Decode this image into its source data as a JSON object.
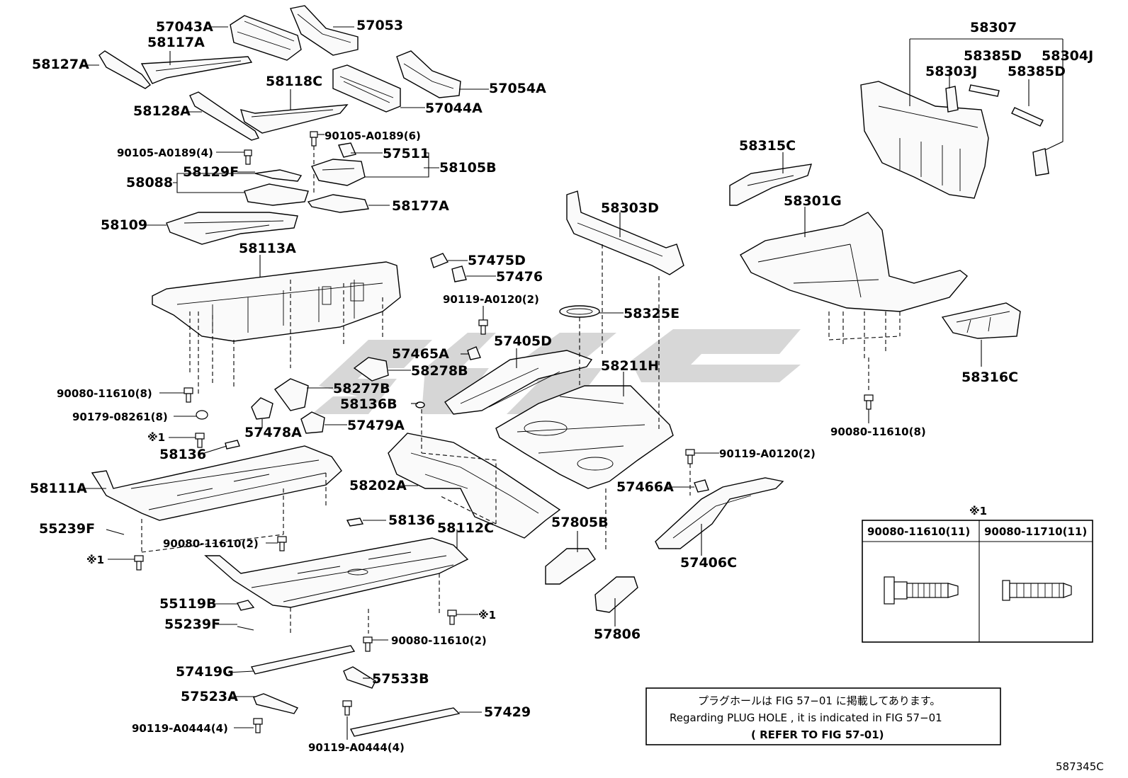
{
  "callouts": {
    "p57043A": "57043A",
    "p57053": "57053",
    "p58117A": "58117A",
    "p58127A": "58127A",
    "p58118C": "58118C",
    "p57054A": "57054A",
    "p57044A": "57044A",
    "p58128A": "58128A",
    "b90105_6": "90105-A0189(6)",
    "b90105_4": "90105-A0189(4)",
    "p57511": "57511",
    "p58105B": "58105B",
    "p58129F": "58129F",
    "p58088": "58088",
    "p58177A": "58177A",
    "p58109": "58109",
    "p58113A": "58113A",
    "p57475D": "57475D",
    "p57476": "57476",
    "b90119_A0120_2a": "90119-A0120(2)",
    "p57405D": "57405D",
    "p57465A": "57465A",
    "p58278B": "58278B",
    "p58277B": "58277B",
    "p58136B": "58136B",
    "p57478A": "57478A",
    "p57479A": "57479A",
    "b90080_8a": "90080-11610(8)",
    "b90179": "90179-08261(8)",
    "ref1a": "※1",
    "p58136a": "58136",
    "p58111A": "58111A",
    "p55239Fa": "55239F",
    "b90080_2a": "90080-11610(2)",
    "ref1b": "※1",
    "p58136b": "58136",
    "p58112C": "58112C",
    "p58202A": "58202A",
    "p55119B": "55119B",
    "p55239Fb": "55239F",
    "ref1c": "※1",
    "b90080_2b": "90080-11610(2)",
    "p57419G": "57419G",
    "p57533B": "57533B",
    "p57523A": "57523A",
    "p57429": "57429",
    "b90119_A0444_a": "90119-A0444(4)",
    "b90119_A0444_b": "90119-A0444(4)",
    "p58325E": "58325E",
    "p58211H": "58211H",
    "p58303D": "58303D",
    "p58315C": "58315C",
    "p58301G": "58301G",
    "p58307": "58307",
    "p58385D_a": "58385D",
    "p58304J": "58304J",
    "p58303J": "58303J",
    "p58385D_b": "58385D",
    "p58316C": "58316C",
    "b90080_8b": "90080-11610(8)",
    "b90119_A0120_2b": "90119-A0120(2)",
    "p57466A": "57466A",
    "p57805B": "57805B",
    "p57406C": "57406C",
    "p57806": "57806"
  },
  "fastener_table": {
    "note": "※1",
    "col1": "90080-11610(11)",
    "col2": "90080-11710(11)"
  },
  "notice": {
    "line1": "プラグホールは FIG 57−01 に掲載してあります。",
    "line2": "Regarding  PLUG  HOLE , it is indicated in FIG  57−01",
    "line3": "( REFER TO FIG 57-01)"
  },
  "figure_id": "587345C"
}
